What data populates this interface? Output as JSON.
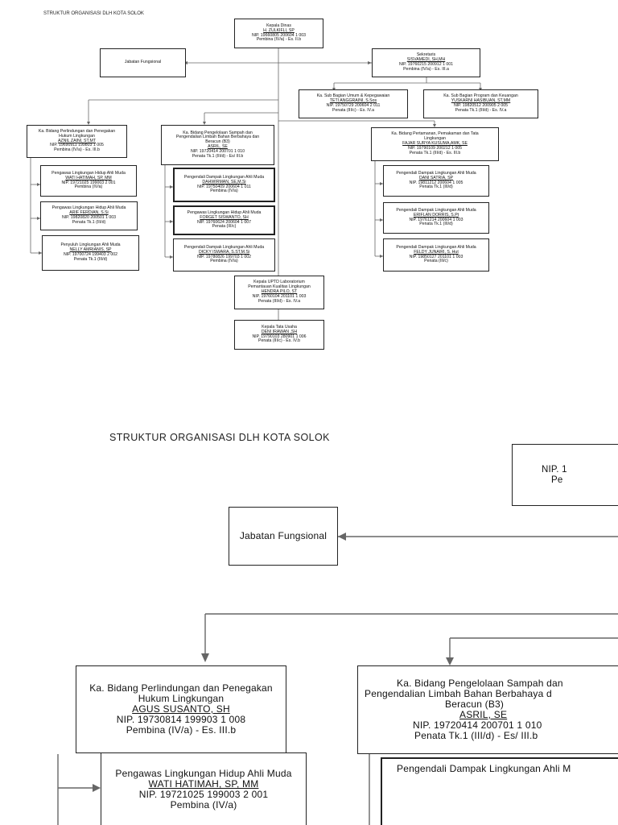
{
  "title": "STRUKTUR ORGANISASI DLH KOTA SOLOK",
  "nodes": {
    "kepala_dinas": {
      "lines": [
        "Kepala Dinas",
        "H. ZULKIFLI, SP",
        "NIP. 19660805 200604 1 003",
        "Pembina (IV/a) - Es. II.b"
      ]
    },
    "jabatan_fungsional": {
      "lines": [
        "Jabatan Fungsional"
      ]
    },
    "sekretaris": {
      "lines": [
        "Sekretaris",
        "SISVAMEDI, SH,MH",
        "NIP. 19760215 200912 1 001",
        "Pembina (IV/a) - Es. III.a"
      ]
    },
    "subbag_umum": {
      "lines": [
        "Ka. Sub Bagian Umum & Kepegawaian",
        "TETI ANGGRAINI, S.Sos",
        "NIP. 19750729 200604 2 011",
        "Penata (III/c) - Es. IV.a"
      ]
    },
    "subbag_program": {
      "lines": [
        "Ka. Sub Bagian Program dan Keuangan",
        "YUSKARNI HASIBUAN, ST,MM",
        "NIP. 19820512 200905 2 005",
        "Penata Tk.1 (III/d) - Es. IV.a"
      ]
    },
    "bidang_perlindungan": {
      "lines": [
        "Ka. Bidang Perlindungan dan Penegakan",
        "Hukum Lingkungan",
        "AZNIL ZAINI, ST,MT",
        "NIP. 19690911 199803 1 005",
        "Pembina (IV/a) - Es. III.b"
      ]
    },
    "bidang_sampah": {
      "lines": [
        "Ka. Bidang Pengelolaan Sampah dan",
        "Pengendalian Limbah Bahan Berbahaya dan",
        "Beracun (B3)",
        "ASRIL, SE",
        "NIP. 19720414 200701 1 010",
        "Penata Tk.1 (III/d) - Es/ III.b"
      ]
    },
    "bidang_pertamanan": {
      "lines": [
        "Ka. Bidang Pertamanan, Pemakaman dan Tata",
        "Lingkungan",
        "FAJAR SURYA KUSUMA,AMK, SE",
        "NIP. 19790109 200212 1 005",
        "Penata Tk.1 (III/d) - Es. III.b"
      ]
    },
    "staff_l1": {
      "lines": [
        "Pengawas Lingkungan Hidup Ahli Muda",
        "WATI HATIMAH, SP, MM",
        "NIP. 19721025 199003 2 001",
        "Pembina (IV/a)"
      ]
    },
    "staff_l2": {
      "lines": [
        "Pengawas Lingkungan Hidup Ahli Muda",
        "ARIF FERDIAN, S.Si",
        "NIP. 19820820 200501 1 003",
        "Penata Tk.1 (III/d)"
      ]
    },
    "staff_l3": {
      "lines": [
        "Penyuluh Lingkungan Ahli Muda",
        "NELLY AMRIANIS, SP",
        "NIP. 19700724 199403 2 002",
        "Penata Tk.1 (III/d)"
      ]
    },
    "staff_m1": {
      "lines": [
        "Pengendali Dampak Lingkungan Ahli Muda",
        "DAHWIRMAN, SE,M.Si",
        "NIP. 19750409 200604 1 011",
        "Pembina (IV/a)"
      ]
    },
    "staff_m2": {
      "lines": [
        "Pengawas Lingkungan Hidup Ahli Muda",
        "FORGET SISWANTO, SH",
        "NIP. 19760624 200604 1 007",
        "Penata (III/c)"
      ]
    },
    "staff_m3": {
      "lines": [
        "Pengendali Dampak Lingkungan Ahli Muda",
        "DICKY ISWARA, S.ST,M.Si",
        "NIP. 19780826 199703 1 002",
        "Pembina (IV/a)"
      ]
    },
    "staff_r1": {
      "lines": [
        "Pengendali Dampak Lingkungan Ahli Muda",
        "DANI SATRIA, SP",
        "NIP. 19811212 200604 1 005",
        "Penata Tk.1 (III/d)"
      ]
    },
    "staff_r2": {
      "lines": [
        "Pengendali Dampak Lingkungan Ahli Muda",
        "ERIFLAN DORRIS, S.Pt",
        "NIP. 19761214 200604 1 003",
        "Penata Tk.1 (III/d)"
      ]
    },
    "staff_r3": {
      "lines": [
        "Pengendali Dampak Lingkungan Ahli Muda",
        "FELDY JUNAIRI, S. Hut",
        "NIP. 19850127 201101 1 003",
        "Penata (III/c)"
      ]
    },
    "uptd": {
      "lines": [
        "Kepala UPTD Laboratorium",
        "Pemantauan Kualitas Lingkungan",
        "HENDRA PILO, ST",
        "NIP. 19760104 201101 1 003",
        "Penata (III/d) - Es. IV.a"
      ]
    },
    "tata_usaha": {
      "lines": [
        "Kepala Tata Usaha",
        "DENI IRAWAN ,SH",
        "NIP. 19790103 280901 1 006",
        "Penata (III/c) - Es. IV.b"
      ]
    }
  },
  "zoom": {
    "kepala_dinas_fragment": {
      "lines": [
        "NIP. 1",
        "Pe"
      ]
    },
    "jabatan_fungsional": {
      "lines": [
        "Jabatan Fungsional"
      ]
    },
    "bidang_perlindungan": {
      "lines": [
        "Ka. Bidang Perlindungan dan Penegakan",
        "Hukum Lingkungan",
        "AGUS SUSANTO, SH",
        "NIP. 19730814 199903 1 008",
        "Pembina (IV/a) - Es. III.b"
      ]
    },
    "bidang_sampah": {
      "lines": [
        "Ka. Bidang Pengelolaan Sampah dan",
        "Pengendalian Limbah Bahan Berbahaya d",
        "Beracun (B3)",
        "ASRIL, SE",
        "NIP. 19720414 200701 1 010",
        "Penata Tk.1 (III/d) - Es/ III.b"
      ]
    },
    "staff_l1": {
      "lines": [
        "Pengawas Lingkungan Hidup Ahli Muda",
        "WATI HATIMAH, SP, MM",
        "NIP. 19721025 199003 2 001",
        "Pembina (IV/a)"
      ]
    },
    "staff_m1_fragment": {
      "lines": [
        "Pengendali Dampak Lingkungan Ahli M"
      ]
    }
  }
}
